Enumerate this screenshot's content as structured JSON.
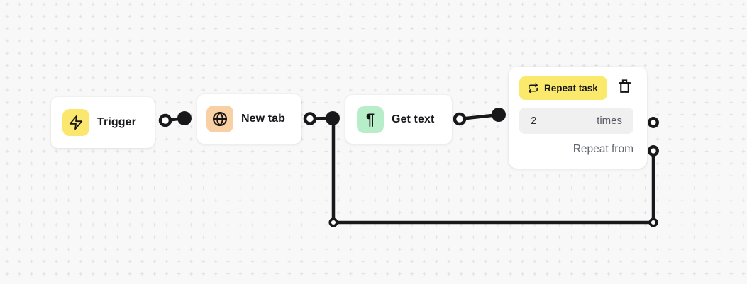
{
  "canvas": {
    "name": "workflow-editor",
    "background": "#f8f8f8",
    "grid_marker_color": "#e2e2e4"
  },
  "nodes": [
    {
      "type": "trigger",
      "label": "Trigger",
      "icon": "lightning-bolt-icon",
      "icon_bg": "#fbe76d"
    },
    {
      "type": "new-tab",
      "label": "New tab",
      "icon": "globe-icon",
      "icon_bg": "#f8d0a3"
    },
    {
      "type": "get-text",
      "label": "Get text",
      "icon": "pilcrow-icon",
      "icon_glyph": "¶",
      "icon_bg": "#b7edc9"
    },
    {
      "type": "repeat-task",
      "badge": {
        "label": "Repeat task",
        "icon": "repeat-icon",
        "bg": "#fbe96c"
      },
      "delete_icon": "trash-icon",
      "times_field": {
        "value": "2",
        "suffix": "times"
      },
      "repeat_from_label": "Repeat from"
    }
  ],
  "edges": {
    "color": "#18181b"
  }
}
